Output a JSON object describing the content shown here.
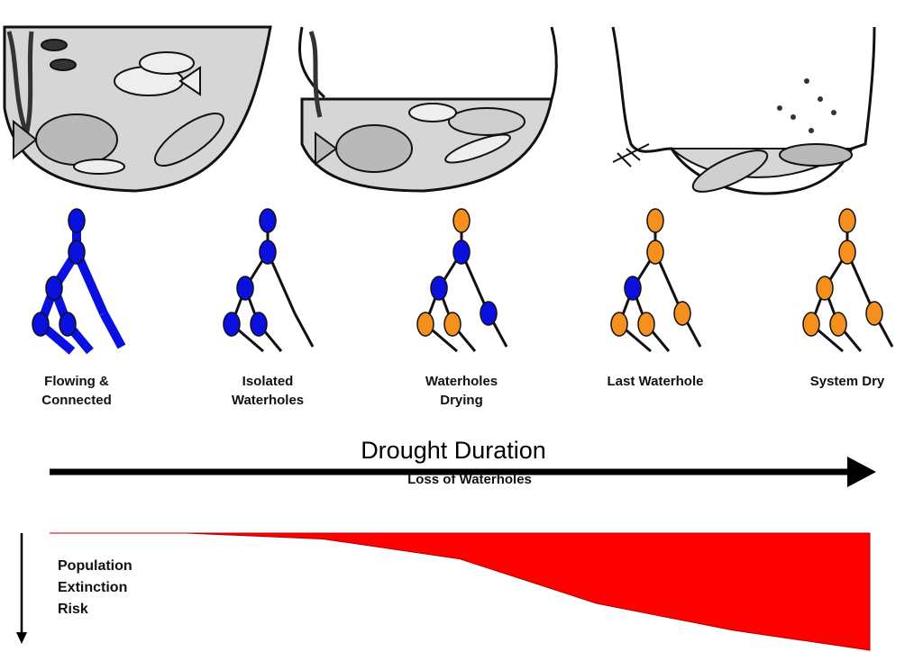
{
  "stages": [
    {
      "label": "Flowing &\nConnected",
      "pools": [
        "blue",
        "blue",
        "blue",
        "blue",
        "blue"
      ],
      "flowing": true
    },
    {
      "label": "Isolated\nWaterholes",
      "pools": [
        "blue",
        "blue",
        "blue",
        "blue",
        "blue"
      ],
      "flowing": false
    },
    {
      "label": "Waterholes\nDrying",
      "pools": [
        "orange",
        "blue",
        "blue",
        "orange",
        "orange",
        "blue"
      ],
      "flowing": false
    },
    {
      "label": "Last Waterhole",
      "pools": [
        "orange",
        "orange",
        "blue",
        "orange",
        "orange",
        "orange"
      ],
      "flowing": false
    },
    {
      "label": "System Dry",
      "pools": [
        "orange",
        "orange",
        "orange",
        "orange",
        "orange",
        "orange"
      ],
      "flowing": false
    }
  ],
  "arrow": {
    "title": "Drought Duration",
    "subtitle": "Loss of Waterholes"
  },
  "risk": {
    "label_lines": [
      "Population",
      "Extinction",
      "Risk"
    ],
    "profile": [
      0,
      0,
      0.05,
      0.22,
      0.6,
      0.83,
      1.0
    ],
    "color": "#ff0000"
  },
  "colors": {
    "water_blue": "#0a10e0",
    "dry_orange": "#f5901e",
    "pool_fill": "#d6d6d6",
    "ink": "#111111"
  },
  "illustrations": [
    {
      "scene": "full-pool-fish"
    },
    {
      "scene": "shrinking-pool-fish"
    },
    {
      "scene": "dry-pool-dead-fish"
    }
  ]
}
